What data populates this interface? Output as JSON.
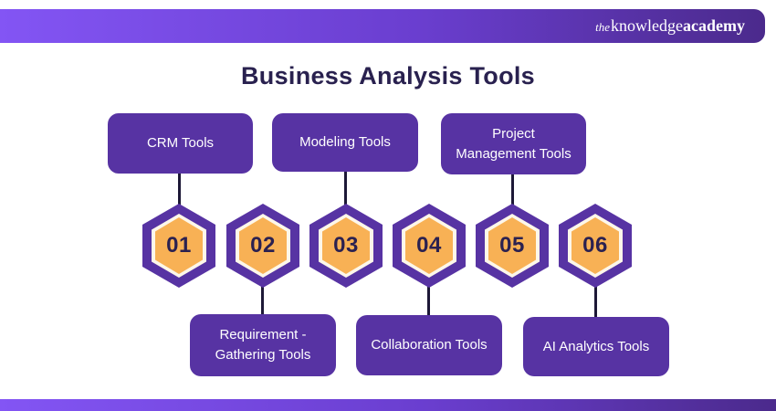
{
  "header": {
    "logo": {
      "the": "the",
      "knowledge": "knowledge",
      "academy": "academy"
    }
  },
  "title": "Business Analysis Tools",
  "items": [
    {
      "number": "01",
      "label": "CRM Tools",
      "label_position": "top"
    },
    {
      "number": "02",
      "label": "Requirement - Gathering Tools",
      "label_position": "bottom"
    },
    {
      "number": "03",
      "label": "Modeling Tools",
      "label_position": "top"
    },
    {
      "number": "04",
      "label": "Collaboration Tools",
      "label_position": "bottom"
    },
    {
      "number": "05",
      "label": "Project Management Tools",
      "label_position": "top"
    },
    {
      "number": "06",
      "label": "AI Analytics Tools",
      "label_position": "bottom"
    }
  ],
  "colors": {
    "purple": "#5733a3",
    "orange": "#f8b155",
    "cream": "#fdf7ea",
    "title_text": "#29214f",
    "connector_line": "#1d1837",
    "header_gradient_start": "#8355f4",
    "header_gradient_end": "#4b2a8c"
  }
}
